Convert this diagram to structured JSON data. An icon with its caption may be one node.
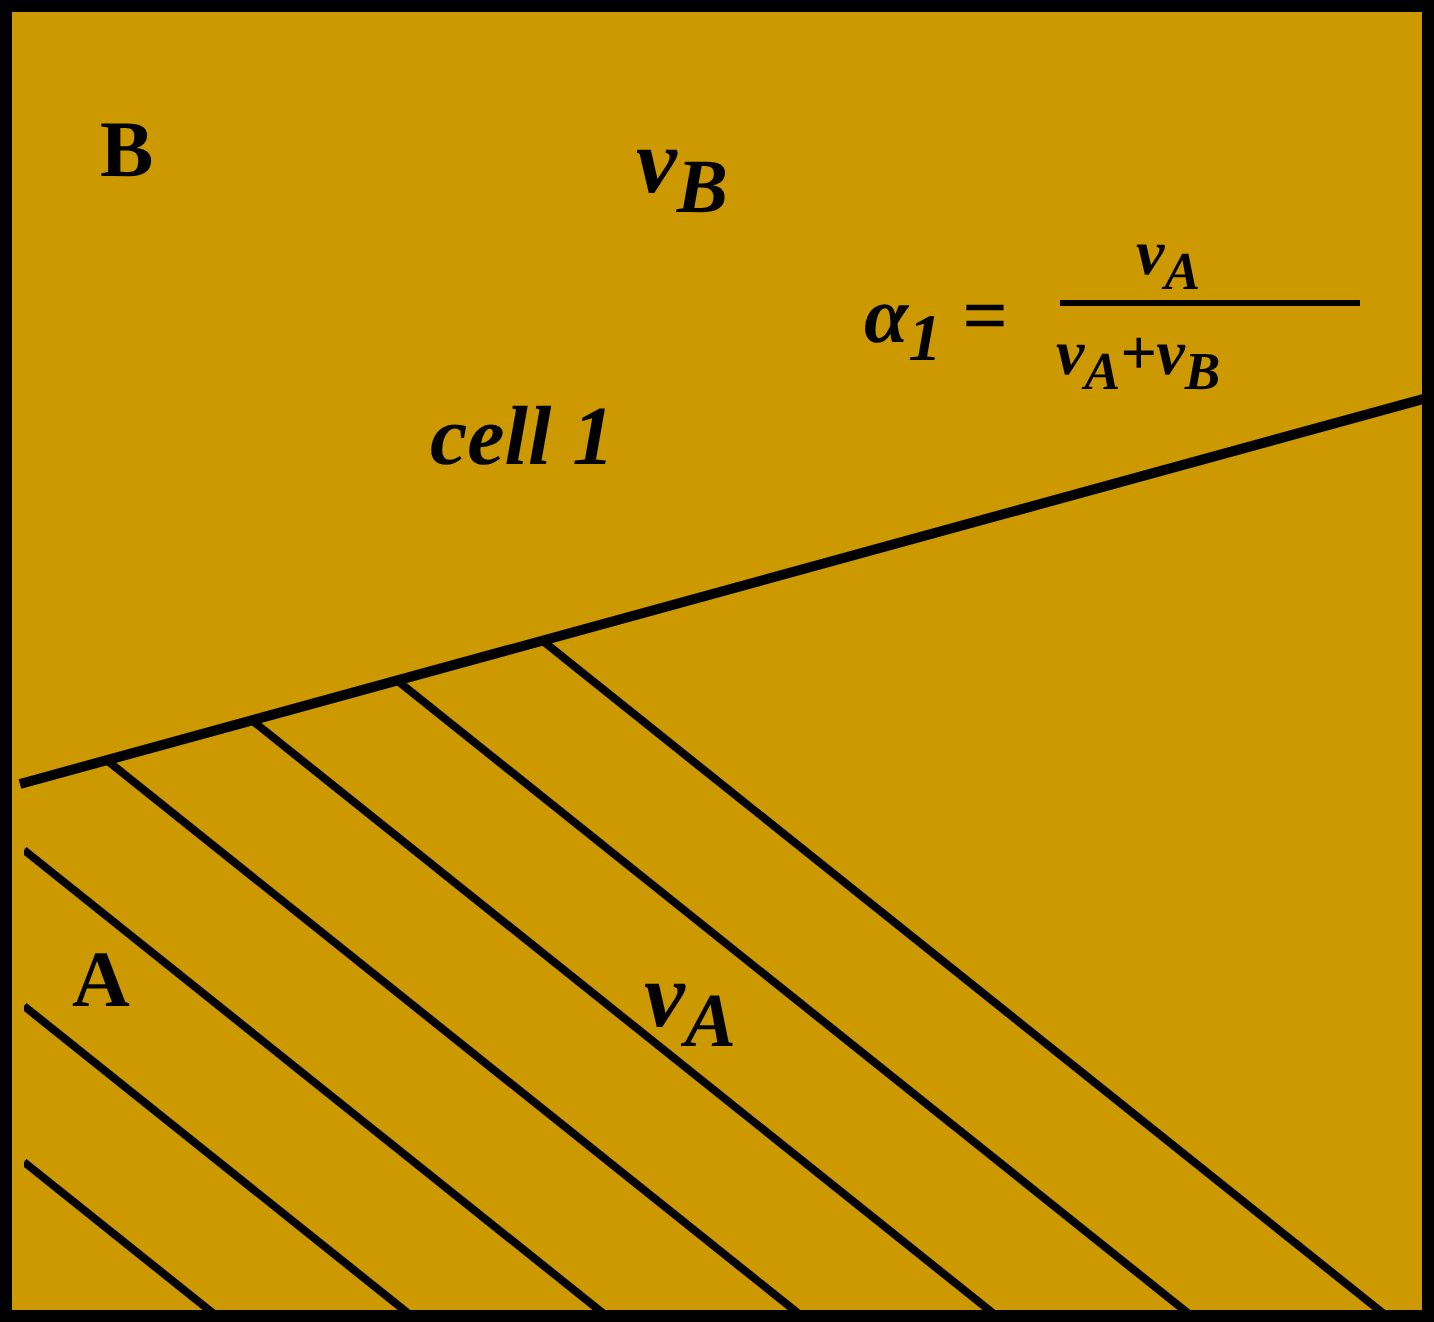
{
  "diagram": {
    "labels": [
      "B",
      "ν$_{B}$",
      "α$_{1}$ =",
      "ν$_{A}$",
      "ν$_{A}$+ν$_{B}$",
      "cell 1",
      "A",
      "ν$_{A}$"
    ]
  }
}
